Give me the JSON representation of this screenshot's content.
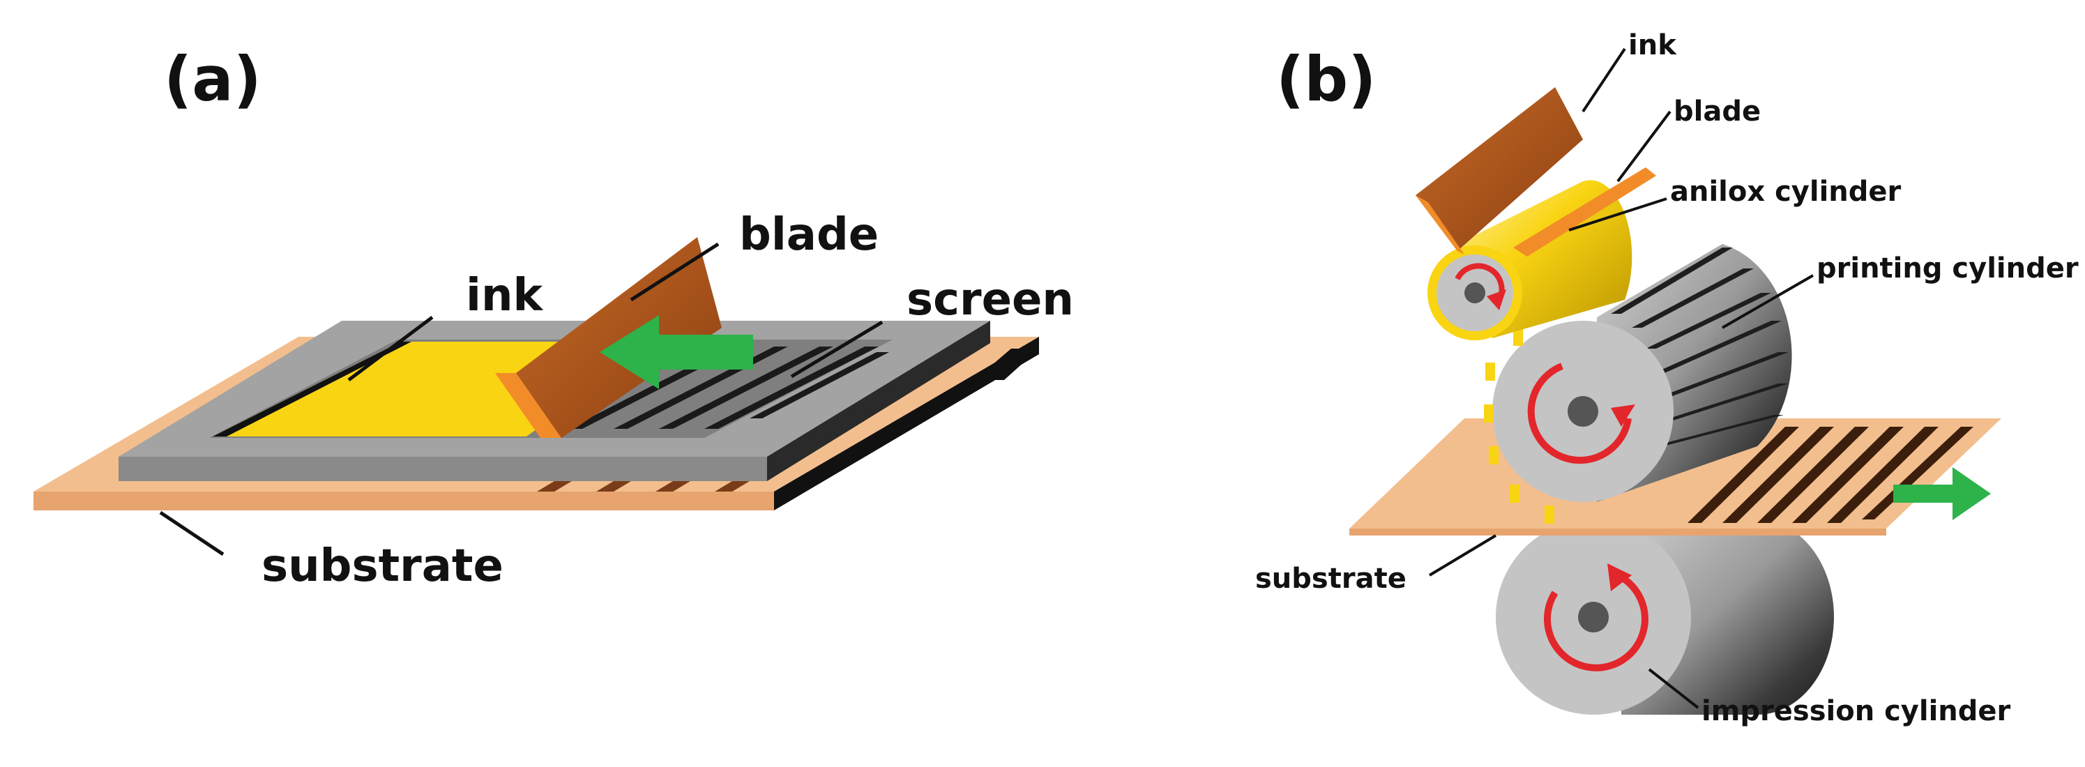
{
  "panel_a": {
    "label": "(a)",
    "callouts": {
      "ink": "ink",
      "blade": "blade",
      "screen": "screen",
      "substrate": "substrate"
    }
  },
  "panel_b": {
    "label": "(b)",
    "callouts": {
      "ink": "ink",
      "blade": "blade",
      "anilox_cylinder": "anilox cylinder",
      "printing_cylinder": "printing cylinder",
      "substrate": "substrate",
      "impression_cylinder": "impression cylinder"
    }
  },
  "colors": {
    "ink": "#F9D413",
    "blade": "#B2581E",
    "blade_edge": "#F28C28",
    "screen": "#9A9A9A",
    "substrate": "#F3BE8D",
    "arrow": "#2DB34A",
    "rotation": "#E3262B"
  }
}
